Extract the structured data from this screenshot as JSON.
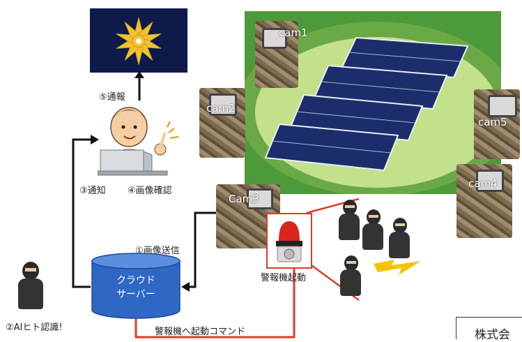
{
  "labels": {
    "step5": "⑤通報",
    "step3": "③通知",
    "step4": "④画像確認",
    "step1": "①画像送信",
    "step2": "②AIヒト認識!",
    "alarm": "警報機起動",
    "command": "警報機へ起動コマンド",
    "company": "株式会"
  },
  "cloud": {
    "line1": "クラウド",
    "line2": "サーバー"
  },
  "cameras": [
    "cam1",
    "cam2",
    "Cam3",
    "cam4",
    "cam5"
  ],
  "colors": {
    "police_bg": "#0d1a4a",
    "emblem": "#f1c232",
    "cloud_fill": "#2f67c7",
    "cloud_top": "#5a8fe0",
    "alarm_line": "#e03a2a",
    "grass": "#9ccc5a",
    "panel": "#1b2e6b"
  }
}
